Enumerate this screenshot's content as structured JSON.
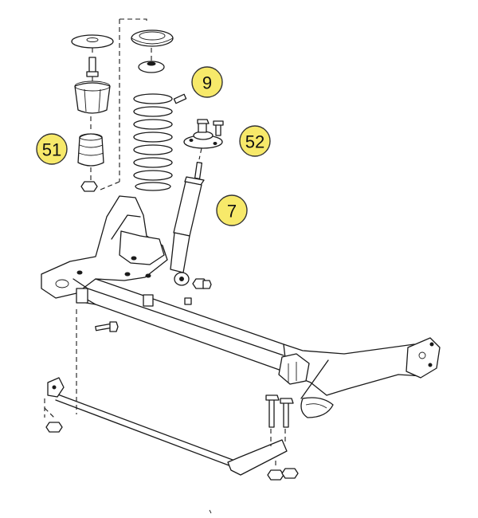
{
  "diagram": {
    "callouts": {
      "spring": "9",
      "bump_stop": "51",
      "shock_mount": "52",
      "shock_absorber": "7"
    },
    "colors": {
      "callout_fill": "#f7e96a",
      "line": "#1a1a1a",
      "background": "#ffffff"
    }
  }
}
